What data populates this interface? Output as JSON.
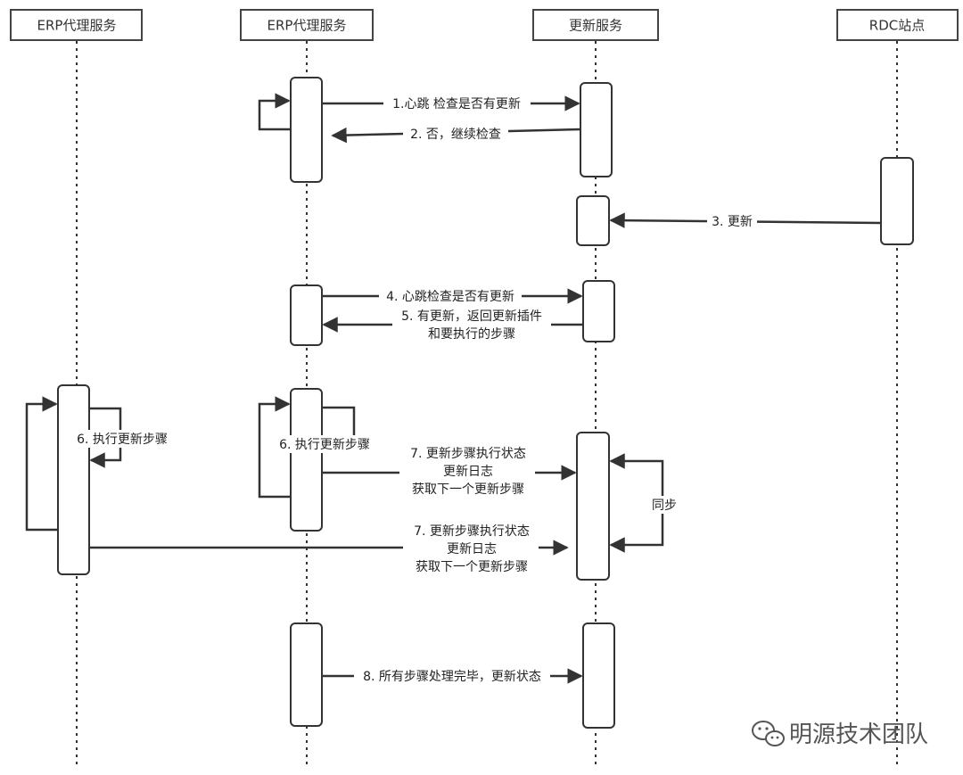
{
  "participants": [
    {
      "label": "ERP代理服务"
    },
    {
      "label": "ERP代理服务"
    },
    {
      "label": "更新服务"
    },
    {
      "label": "RDC站点"
    }
  ],
  "messages": {
    "m1": "1.心跳 检查是否有更新",
    "m2": "2. 否，继续检查",
    "m3": "3. 更新",
    "m4": "4. 心跳检查是否有更新",
    "m5_line1": "5. 有更新，返回更新插件",
    "m5_line2": "和要执行的步骤",
    "m6a": "6. 执行更新步骤",
    "m6b": "6. 执行更新步骤",
    "m7a_line1": "7. 更新步骤执行状态",
    "m7a_line2": "更新日志",
    "m7a_line3": "获取下一个更新步骤",
    "m7b_line1": "7. 更新步骤执行状态",
    "m7b_line2": "更新日志",
    "m7b_line3": "获取下一个更新步骤",
    "sync": "同步",
    "m8": "8. 所有步骤处理完毕，更新状态"
  },
  "watermark": {
    "text": "明源技术团队",
    "icon": "wechat-icon"
  },
  "colors": {
    "line": "#333333",
    "box_stroke": "#444444",
    "background": "#ffffff"
  }
}
